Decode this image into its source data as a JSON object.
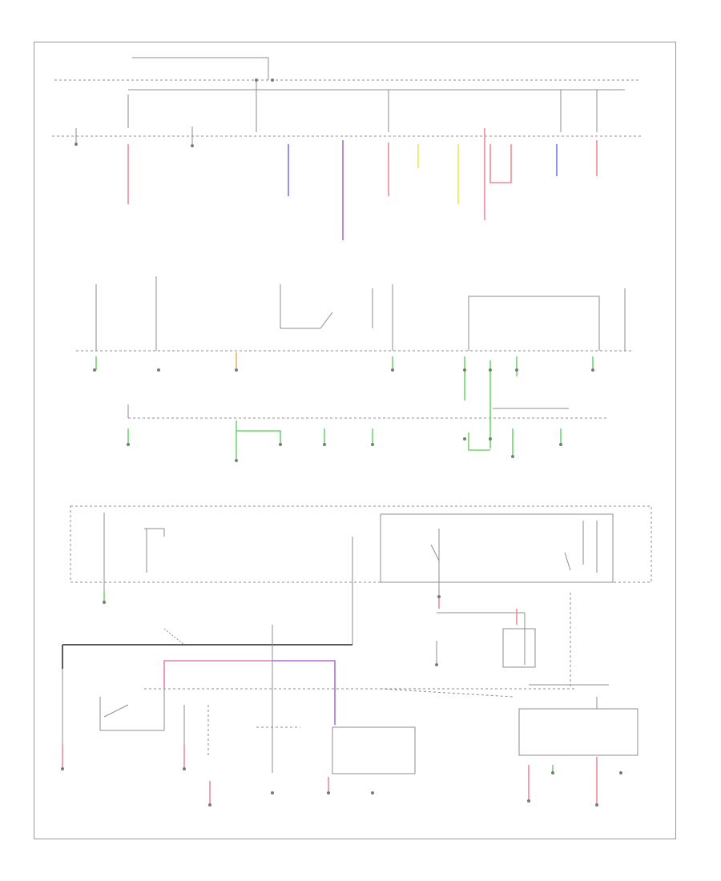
{
  "diagram": {
    "page_number": "",
    "wire_colors": {
      "red": "#f08a96",
      "blue": "#7777ee",
      "violet": "#b06ad0",
      "yellow": "#eaea55",
      "green": "#6cd86c",
      "orange": "#f0b060",
      "gray": "#5a5a5a",
      "pink": "#e87fb0",
      "line": "#8c8c8c"
    },
    "labels": [
      {
        "text": "",
        "anchor": "battery"
      },
      {
        "text": "",
        "anchor": "ignition-switch"
      }
    ],
    "components": [
      {
        "kind": "fuse-block",
        "name": ""
      },
      {
        "kind": "relay-box",
        "name": ""
      },
      {
        "kind": "ground",
        "name": ""
      },
      {
        "kind": "connector",
        "name": ""
      }
    ]
  }
}
